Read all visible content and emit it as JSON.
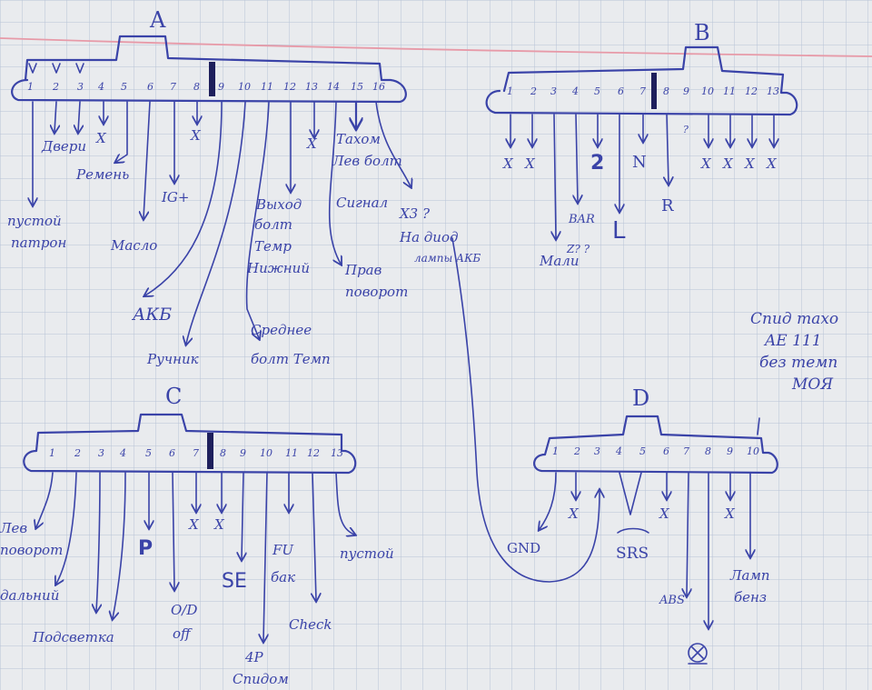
{
  "colors": {
    "paper": "#e9ebee",
    "grid": "#b8c3d6",
    "margin_line": "#e79aa8",
    "ink": "#3a43a8",
    "bar": "#1e1f5c"
  },
  "connectors": {
    "a": {
      "title": "A",
      "pins": [
        "1",
        "2",
        "3",
        "4",
        "5",
        "6",
        "7",
        "8",
        "9",
        "10",
        "11",
        "12",
        "13",
        "14",
        "15",
        "16"
      ]
    },
    "b": {
      "title": "B",
      "pins": [
        "1",
        "2",
        "3",
        "4",
        "5",
        "6",
        "7",
        "8",
        "9",
        "10",
        "11",
        "12",
        "13"
      ]
    },
    "c": {
      "title": "C",
      "pins": [
        "1",
        "2",
        "3",
        "4",
        "5",
        "6",
        "7",
        "8",
        "9",
        "10",
        "11",
        "12",
        "13"
      ]
    },
    "d": {
      "title": "D",
      "pins": [
        "1",
        "2",
        "3",
        "4",
        "5",
        "6",
        "7",
        "8",
        "9",
        "10"
      ]
    }
  },
  "labels": {
    "a": {
      "pin1": [
        "пустой",
        "патрон"
      ],
      "pin2": "Двери",
      "pin4": "X",
      "pin5": "Ремень",
      "pin6": "Масло",
      "pin7": "IG+",
      "pin8": "X",
      "pin9": "АКБ",
      "pin10": "Ручник",
      "pin11": [
        "Среднее",
        "болт Темп"
      ],
      "pin12": [
        "Выход",
        "болт",
        "Темр",
        "Нижний"
      ],
      "pin13": "X",
      "pin14": [
        "Тахом",
        "Лев болт",
        "Сигнал"
      ],
      "pin15": [
        "Прав",
        "поворот"
      ],
      "pin16": [
        "X3 ?",
        "На диод",
        "лампы АКБ"
      ]
    },
    "b": {
      "pin1": "X",
      "pin2": "X",
      "pin3": "Мали",
      "pin3b": "Z? ?",
      "pin4": "BAR",
      "pin5": "2",
      "pin6": "L",
      "pin7": "N",
      "pin8": "R",
      "pin9": "?",
      "pin10": "X",
      "pin11": "X",
      "pin12": "X",
      "pin13": "X"
    },
    "c": {
      "pin1": [
        "Лев",
        "поворот"
      ],
      "pin2": "дальний",
      "pin3": "Подсветка",
      "pin5": "P",
      "pin6": [
        "O/D",
        "off"
      ],
      "pin7": "X",
      "pin8": "X",
      "pin9": "SE",
      "pin10": [
        "4P",
        "Спидом"
      ],
      "pin11": [
        "FU",
        "бак"
      ],
      "pin12": "Check",
      "pin13": "пустой"
    },
    "d": {
      "pin1": "GND",
      "pin3": "X",
      "pin5": "SRS",
      "pin6": "X",
      "pin7": "ABS",
      "pin9": "X",
      "pin10": [
        "Ламп",
        "бенз"
      ]
    }
  },
  "note": [
    "Спид тахо",
    "AE 111",
    "без темп",
    "МОЯ"
  ]
}
